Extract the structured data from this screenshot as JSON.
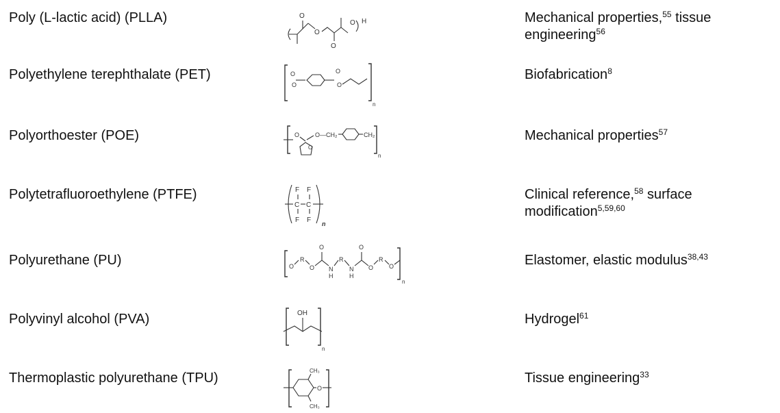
{
  "rows": [
    {
      "name": "Poly (L-lactic acid) (PLLA)",
      "use": [
        {
          "t": "Mechanical properties,"
        },
        {
          "sup": "55"
        },
        {
          "t": " tissue engineering"
        },
        {
          "sup": "56"
        }
      ]
    },
    {
      "name": "Polyethylene terephthalate (PET)",
      "use": [
        {
          "t": "Biofabrication"
        },
        {
          "sup": "8"
        }
      ]
    },
    {
      "name": "Polyorthoester (POE)",
      "use": [
        {
          "t": "Mechanical properties"
        },
        {
          "sup": "57"
        }
      ]
    },
    {
      "name": "Polytetrafluoroethylene (PTFE)",
      "use": [
        {
          "t": "Clinical reference,"
        },
        {
          "sup": "58"
        },
        {
          "t": " surface modification"
        },
        {
          "sup": "5,59,60"
        }
      ]
    },
    {
      "name": "Polyurethane (PU)",
      "use": [
        {
          "t": "Elastomer, elastic modulus"
        },
        {
          "sup": "38,43"
        }
      ]
    },
    {
      "name": "Polyvinyl alcohol (PVA)",
      "use": [
        {
          "t": "Hydrogel"
        },
        {
          "sup": "61"
        }
      ]
    },
    {
      "name": "Thermoplastic polyurethane (TPU)",
      "use": [
        {
          "t": "Tissue engineering"
        },
        {
          "sup": "33"
        }
      ]
    }
  ],
  "structures": {
    "plla": {
      "o1": "O",
      "o2": "O",
      "o3": "O",
      "o4": "O",
      "h": "H"
    },
    "pet": {
      "o1": "O",
      "o2": "O",
      "o3": "O",
      "o4": "O",
      "n": "n"
    },
    "poe": {
      "o1": "O",
      "o2": "O",
      "ch2a": "O—CH₂",
      "ch2b": "CH₂",
      "n": "n"
    },
    "ptfe": {
      "f1": "F",
      "f2": "F",
      "f3": "F",
      "f4": "F",
      "c1": "C",
      "c2": "C",
      "n": "n"
    },
    "pu": {
      "o1": "O",
      "o2": "O",
      "o3": "O",
      "o4": "O",
      "o5": "O",
      "o6": "O",
      "r1": "R",
      "r2": "R",
      "r3": "R",
      "n1": "N",
      "n2": "N",
      "h1": "H",
      "h2": "H",
      "n": "n"
    },
    "pva": {
      "oh": "OH",
      "n": "n"
    },
    "tpu": {
      "ch3a": "CH₃",
      "ch3b": "CH₃",
      "o": "O"
    }
  }
}
